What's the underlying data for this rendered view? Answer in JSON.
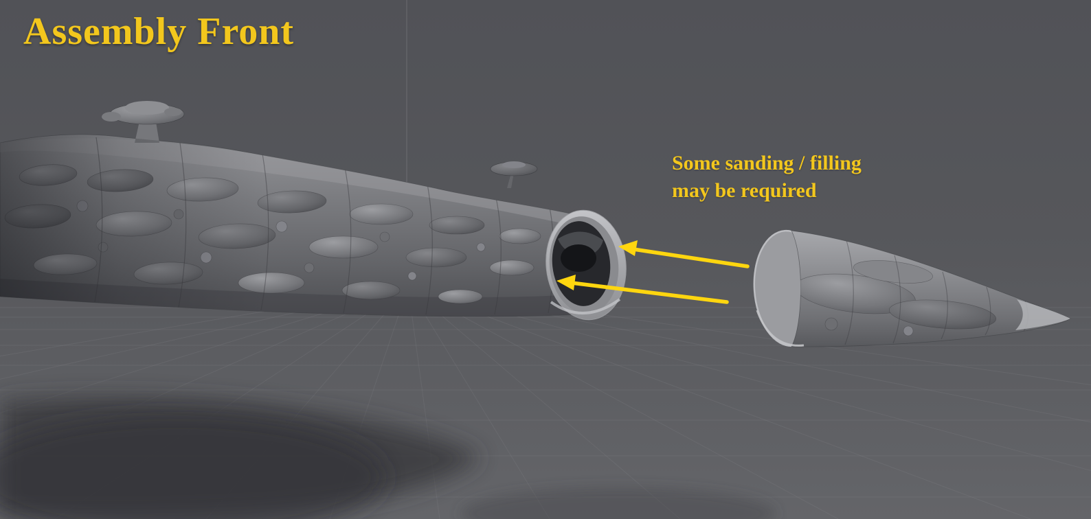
{
  "viewport": {
    "title": "Assembly Front",
    "annotation": {
      "lines": [
        "Some sanding / filling",
        "may be required"
      ]
    },
    "models": {
      "main_hull": "main-cruiser-hull",
      "nose_cone": "detachable-nose-cone"
    },
    "colors": {
      "background_top": "#515257",
      "background_bottom": "#646569",
      "accent": "#f3c71d",
      "arrow": "#ffd60f",
      "grid": "#8b8c91",
      "model_light": "#a6a7ab",
      "model_mid": "#77787c",
      "model_dark": "#4b4c50",
      "shadow": "#37383c"
    }
  }
}
